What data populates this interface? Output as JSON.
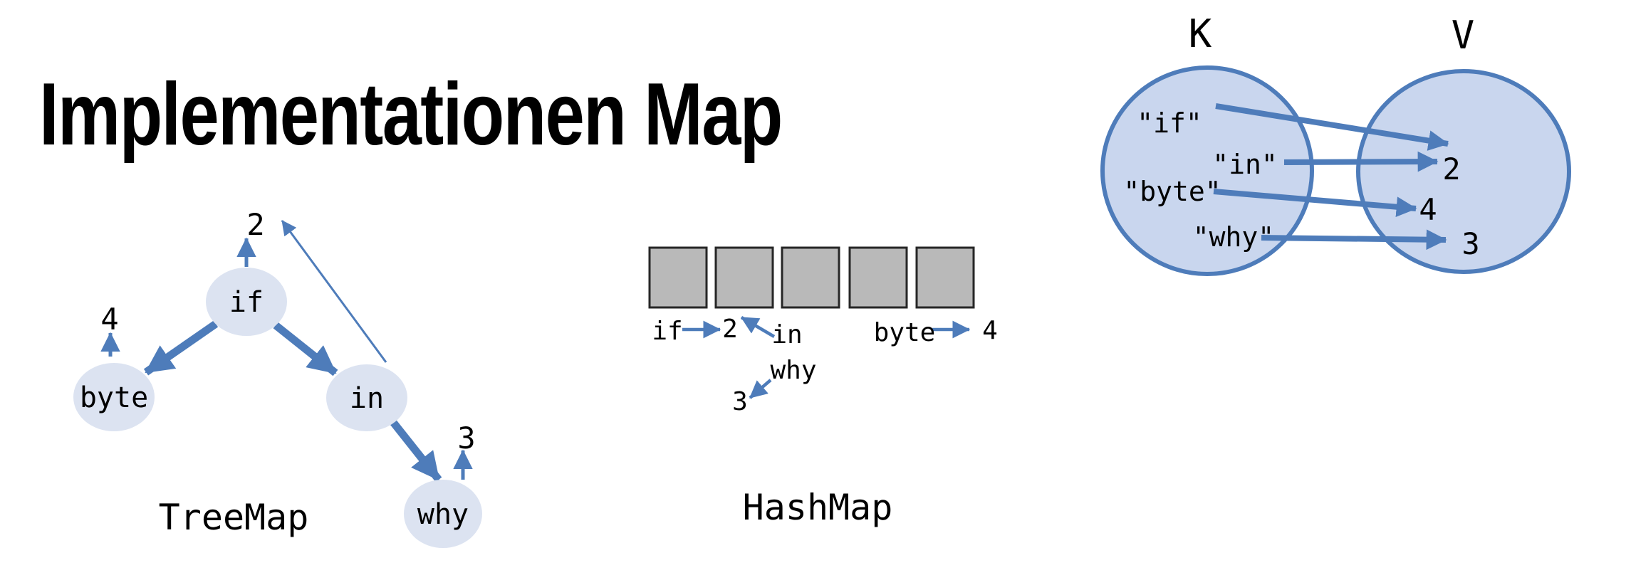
{
  "title": "Implementationen Map",
  "colors": {
    "arrow_blue": "#4e7cba",
    "tree_node_fill": "#dce3f1",
    "set_fill": "#c9d6ee",
    "set_stroke": "#4e7cba",
    "bucket_fill": "#b9b9b9",
    "bucket_stroke": "#262626",
    "text": "#000000"
  },
  "treemap": {
    "label": "TreeMap",
    "nodes": [
      {
        "key": "if",
        "value": "2"
      },
      {
        "key": "byte",
        "value": "4"
      },
      {
        "key": "in",
        "value": "2"
      },
      {
        "key": "why",
        "value": "3"
      }
    ]
  },
  "hashmap": {
    "label": "HashMap",
    "bucket_count": 5,
    "entries": [
      {
        "key": "if",
        "value": "2"
      },
      {
        "key": "in",
        "value": "2"
      },
      {
        "key": "byte",
        "value": "4"
      },
      {
        "key": "why",
        "value": "3"
      }
    ]
  },
  "kv_diagram": {
    "key_set_label": "K",
    "value_set_label": "V",
    "keys": [
      "\"if\"",
      "\"in\"",
      "\"byte\"",
      "\"why\""
    ],
    "values": [
      "2",
      "4",
      "3"
    ]
  }
}
